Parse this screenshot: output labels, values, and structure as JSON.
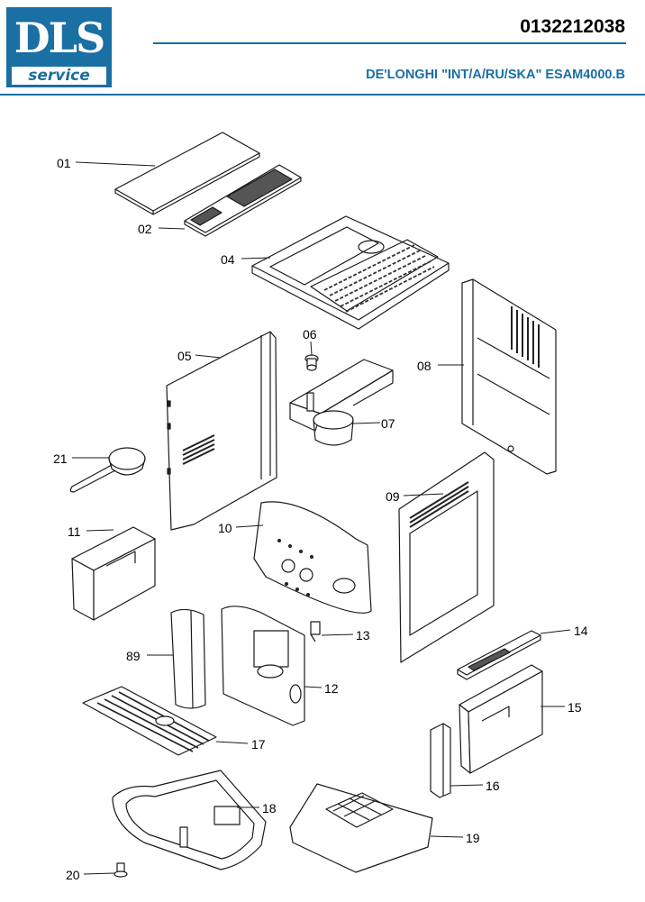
{
  "header": {
    "logo_text": "DLS",
    "logo_subtext": "service",
    "document_number": "0132212038",
    "model_line": "DE'LONGHI \"INT/A/RU/SKA\" ESAM4000.B"
  },
  "colors": {
    "brand_blue": "#1a6fa3"
  },
  "parts": [
    {
      "id": "01"
    },
    {
      "id": "02"
    },
    {
      "id": "04"
    },
    {
      "id": "05"
    },
    {
      "id": "06"
    },
    {
      "id": "07"
    },
    {
      "id": "08"
    },
    {
      "id": "09"
    },
    {
      "id": "10"
    },
    {
      "id": "11"
    },
    {
      "id": "12"
    },
    {
      "id": "13"
    },
    {
      "id": "14"
    },
    {
      "id": "15"
    },
    {
      "id": "16"
    },
    {
      "id": "17"
    },
    {
      "id": "18"
    },
    {
      "id": "19"
    },
    {
      "id": "20"
    },
    {
      "id": "21"
    },
    {
      "id": "89"
    }
  ]
}
